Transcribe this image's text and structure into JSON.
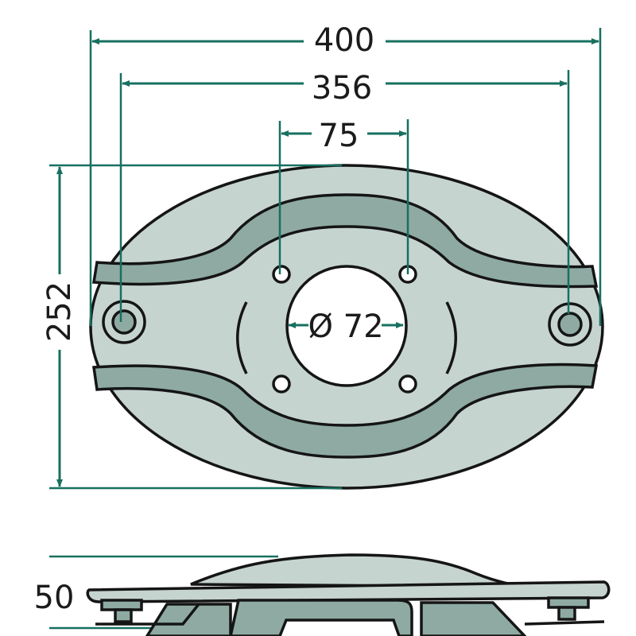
{
  "drawing": {
    "dimensions": {
      "overall_width": "400",
      "bolt_hole_spacing": "356",
      "center_hole_spacing": "75",
      "height": "252",
      "center_bore": "Ø 72",
      "thickness": "50"
    },
    "colors": {
      "dimension_line": "#17705f",
      "plate_fill": "#c6d4d0",
      "recess_fill": "#8eaaa3",
      "outline": "#151515"
    }
  }
}
